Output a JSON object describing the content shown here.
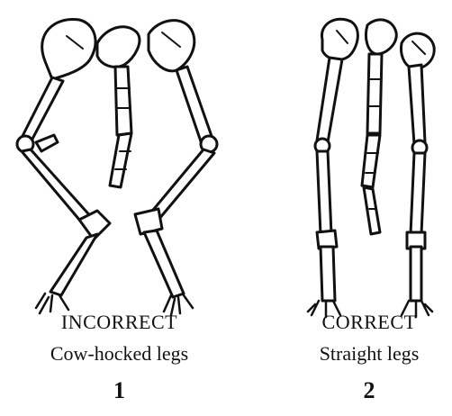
{
  "figures": [
    {
      "verdict": "INCORRECT",
      "caption": "Cow-hocked legs",
      "number": "1"
    },
    {
      "verdict": "CORRECT",
      "caption": "Straight legs",
      "number": "2"
    }
  ]
}
